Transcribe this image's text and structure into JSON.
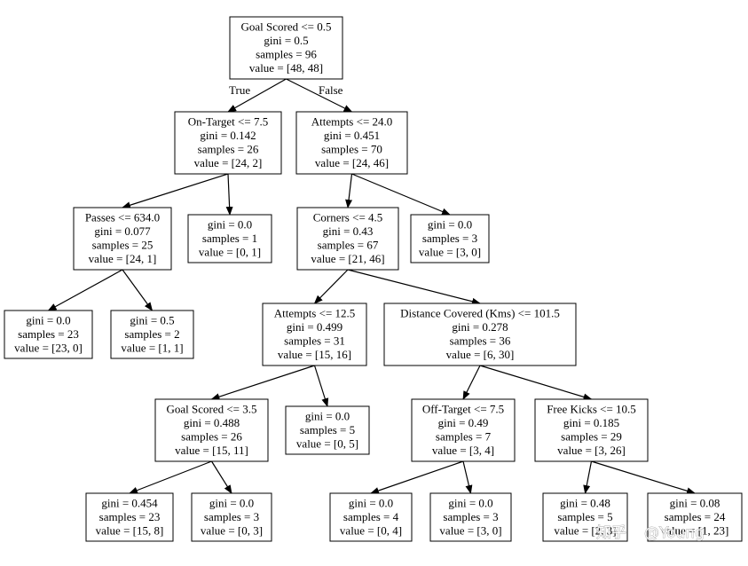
{
  "nodes": [
    {
      "id": "root",
      "lines": [
        "Goal Scored <= 0.5",
        "gini = 0.5",
        "samples = 96",
        "value = [48, 48]"
      ]
    },
    {
      "id": "n1",
      "lines": [
        "On-Target <= 7.5",
        "gini = 0.142",
        "samples = 26",
        "value = [24, 2]"
      ]
    },
    {
      "id": "n2",
      "lines": [
        "Attempts <= 24.0",
        "gini = 0.451",
        "samples = 70",
        "value = [24, 46]"
      ]
    },
    {
      "id": "n3",
      "lines": [
        "Passes <= 634.0",
        "gini = 0.077",
        "samples = 25",
        "value = [24, 1]"
      ]
    },
    {
      "id": "n4",
      "lines": [
        "gini = 0.0",
        "samples = 1",
        "value = [0, 1]"
      ]
    },
    {
      "id": "n5",
      "lines": [
        "Corners <= 4.5",
        "gini = 0.43",
        "samples = 67",
        "value = [21, 46]"
      ]
    },
    {
      "id": "n6",
      "lines": [
        "gini = 0.0",
        "samples = 3",
        "value = [3, 0]"
      ]
    },
    {
      "id": "n7",
      "lines": [
        "gini = 0.0",
        "samples = 23",
        "value = [23, 0]"
      ]
    },
    {
      "id": "n8",
      "lines": [
        "gini = 0.5",
        "samples = 2",
        "value = [1, 1]"
      ]
    },
    {
      "id": "n9",
      "lines": [
        "Attempts <= 12.5",
        "gini = 0.499",
        "samples = 31",
        "value = [15, 16]"
      ]
    },
    {
      "id": "n10",
      "lines": [
        "Distance Covered (Kms) <= 101.5",
        "gini = 0.278",
        "samples = 36",
        "value = [6, 30]"
      ]
    },
    {
      "id": "n11",
      "lines": [
        "Goal Scored <= 3.5",
        "gini = 0.488",
        "samples = 26",
        "value = [15, 11]"
      ]
    },
    {
      "id": "n12",
      "lines": [
        "gini = 0.0",
        "samples = 5",
        "value = [0, 5]"
      ]
    },
    {
      "id": "n13",
      "lines": [
        "Off-Target <= 7.5",
        "gini = 0.49",
        "samples = 7",
        "value = [3, 4]"
      ]
    },
    {
      "id": "n14",
      "lines": [
        "Free Kicks <= 10.5",
        "gini = 0.185",
        "samples = 29",
        "value = [3, 26]"
      ]
    },
    {
      "id": "n15",
      "lines": [
        "gini = 0.454",
        "samples = 23",
        "value = [15, 8]"
      ]
    },
    {
      "id": "n16",
      "lines": [
        "gini = 0.0",
        "samples = 3",
        "value = [0, 3]"
      ]
    },
    {
      "id": "n17",
      "lines": [
        "gini = 0.0",
        "samples = 4",
        "value = [0, 4]"
      ]
    },
    {
      "id": "n18",
      "lines": [
        "gini = 0.0",
        "samples = 3",
        "value = [3, 0]"
      ]
    },
    {
      "id": "n19",
      "lines": [
        "gini = 0.48",
        "samples = 5",
        "value = [2, 3]"
      ]
    },
    {
      "id": "n20",
      "lines": [
        "gini = 0.08",
        "samples = 24",
        "value = [1, 23]"
      ]
    }
  ],
  "edges": [
    {
      "from": "root",
      "to": "n1",
      "label": "True"
    },
    {
      "from": "root",
      "to": "n2",
      "label": "False"
    },
    {
      "from": "n1",
      "to": "n3",
      "label": ""
    },
    {
      "from": "n1",
      "to": "n4",
      "label": ""
    },
    {
      "from": "n2",
      "to": "n5",
      "label": ""
    },
    {
      "from": "n2",
      "to": "n6",
      "label": ""
    },
    {
      "from": "n3",
      "to": "n7",
      "label": ""
    },
    {
      "from": "n3",
      "to": "n8",
      "label": ""
    },
    {
      "from": "n5",
      "to": "n9",
      "label": ""
    },
    {
      "from": "n5",
      "to": "n10",
      "label": ""
    },
    {
      "from": "n9",
      "to": "n11",
      "label": ""
    },
    {
      "from": "n9",
      "to": "n12",
      "label": ""
    },
    {
      "from": "n10",
      "to": "n13",
      "label": ""
    },
    {
      "from": "n10",
      "to": "n14",
      "label": ""
    },
    {
      "from": "n11",
      "to": "n15",
      "label": ""
    },
    {
      "from": "n11",
      "to": "n16",
      "label": ""
    },
    {
      "from": "n13",
      "to": "n17",
      "label": ""
    },
    {
      "from": "n13",
      "to": "n18",
      "label": ""
    },
    {
      "from": "n14",
      "to": "n19",
      "label": ""
    },
    {
      "from": "n14",
      "to": "n20",
      "label": ""
    }
  ],
  "watermark": {
    "logo_text": "知乎",
    "author": "@Young"
  }
}
